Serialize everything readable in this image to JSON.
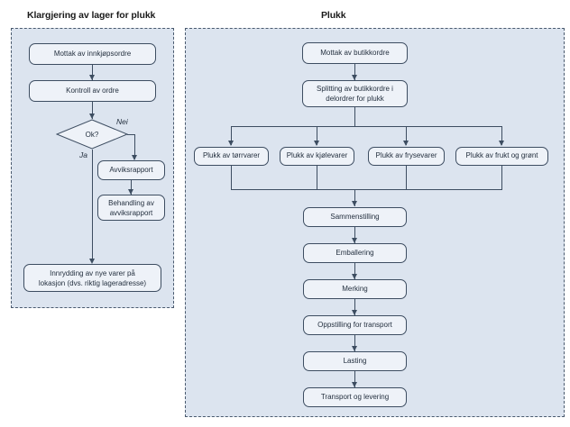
{
  "diagram": {
    "type": "flowchart",
    "language": "no",
    "colors": {
      "panel_background": "#dce4ef",
      "panel_border": "#4a5a6e",
      "node_fill": "#eef2f8",
      "node_border": "#3d4d61",
      "connector": "#3d4d61",
      "text": "#24303f",
      "title_text": "#1a1a1a",
      "page_background": "#ffffff"
    }
  },
  "panels": {
    "left": {
      "title": "Klargjering av lager for plukk",
      "nodes": {
        "mottak": "Mottak av innkjøpsordre",
        "kontroll": "Kontroll av ordre",
        "decision": "Ok?",
        "avvik": "Avviksrapport",
        "behandling_line1": "Behandling av",
        "behandling_line2": "avviksrapport",
        "innrydding_line1": "Innrydding av nye varer på",
        "innrydding_line2": "lokasjon (dvs. riktig lageradresse)"
      },
      "edge_labels": {
        "yes": "Ja",
        "no": "Nei"
      }
    },
    "right": {
      "title": "Plukk",
      "nodes": {
        "mottak": "Mottak av butikkordre",
        "splitting_line1": "Splitting av butikkordre i",
        "splitting_line2": "delordrer for plukk",
        "plukk_branches": [
          "Plukk av tørrvarer",
          "Plukk av kjølevarer",
          "Plukk av frysevarer",
          "Plukk av frukt og grønt"
        ],
        "sammenstilling": "Sammenstilling",
        "emballering": "Emballering",
        "merking": "Merking",
        "oppstilling": "Oppstilling for transport",
        "lasting": "Lasting",
        "transport": "Transport og levering"
      }
    }
  }
}
